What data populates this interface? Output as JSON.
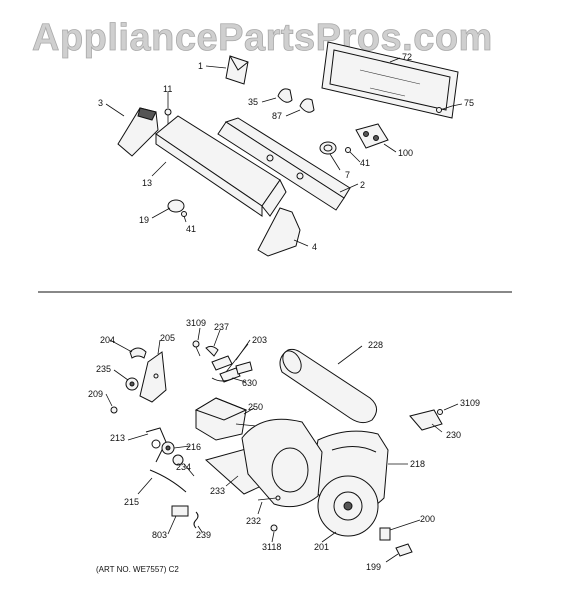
{
  "watermark": "AppliancePartsPros.com",
  "art_number": "(ART NO. WE7557) C2",
  "colors": {
    "line": "#111111",
    "watermark_fill": "#cfcfcf",
    "watermark_stroke": "#a9a9a9",
    "background": "#ffffff"
  },
  "labels": {
    "p1": "1",
    "p72": "72",
    "p75": "75",
    "p3": "3",
    "p11": "11",
    "p35": "35",
    "p87": "87",
    "p100": "100",
    "p41a": "41",
    "p7": "7",
    "p13": "13",
    "p2": "2",
    "p19": "19",
    "p41b": "41",
    "p4": "4",
    "p3109a": "3109",
    "p237": "237",
    "p203": "203",
    "p204": "204",
    "p205": "205",
    "p228": "228",
    "p235": "235",
    "p630": "630",
    "p209": "209",
    "p250": "250",
    "p3109b": "3109",
    "p230": "230",
    "p213": "213",
    "p216": "216",
    "p234": "234",
    "p218": "218",
    "p215": "215",
    "p233": "233",
    "p232": "232",
    "p200": "200",
    "p803": "803",
    "p239": "239",
    "p3118": "3118",
    "p201": "201",
    "p199": "199"
  }
}
